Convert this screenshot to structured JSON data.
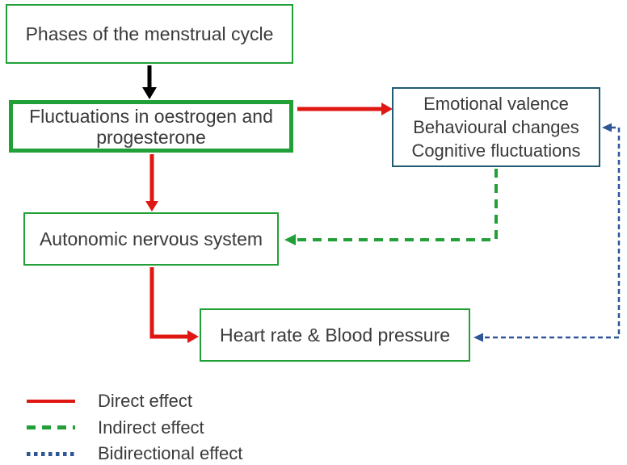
{
  "boxes": {
    "phases": {
      "label": "Phases of the menstrual cycle"
    },
    "hormones": {
      "label": "Fluctuations in oestrogen and progesterone"
    },
    "emotional": {
      "lines": [
        "Emotional valence",
        "Behavioural changes",
        "Cognitive fluctuations"
      ]
    },
    "ans": {
      "label": "Autonomic nervous system"
    },
    "heart": {
      "label": "Heart rate & Blood pressure"
    }
  },
  "edges": [
    {
      "from": "phases",
      "to": "hormones",
      "type": "black-arrow"
    },
    {
      "from": "hormones",
      "to": "emotional",
      "type": "direct"
    },
    {
      "from": "hormones",
      "to": "ans",
      "type": "direct"
    },
    {
      "from": "emotional",
      "to": "ans",
      "type": "indirect"
    },
    {
      "from": "ans",
      "to": "heart",
      "type": "direct"
    },
    {
      "from": "emotional",
      "to": "heart",
      "type": "bidirectional"
    }
  ],
  "legend": {
    "items": [
      {
        "style": "solid",
        "label": "Direct effect"
      },
      {
        "style": "dashed",
        "label": "Indirect effect"
      },
      {
        "style": "dotted",
        "label": "Bidirectional effect"
      }
    ]
  },
  "colors": {
    "direct": "#df1712",
    "indirect": "#21a038",
    "bidirectional": "#2f5597",
    "box_green": "#21a038",
    "box_teal": "#1f5b73",
    "arrow_black": "#000000",
    "text": "#3a3a3a"
  }
}
